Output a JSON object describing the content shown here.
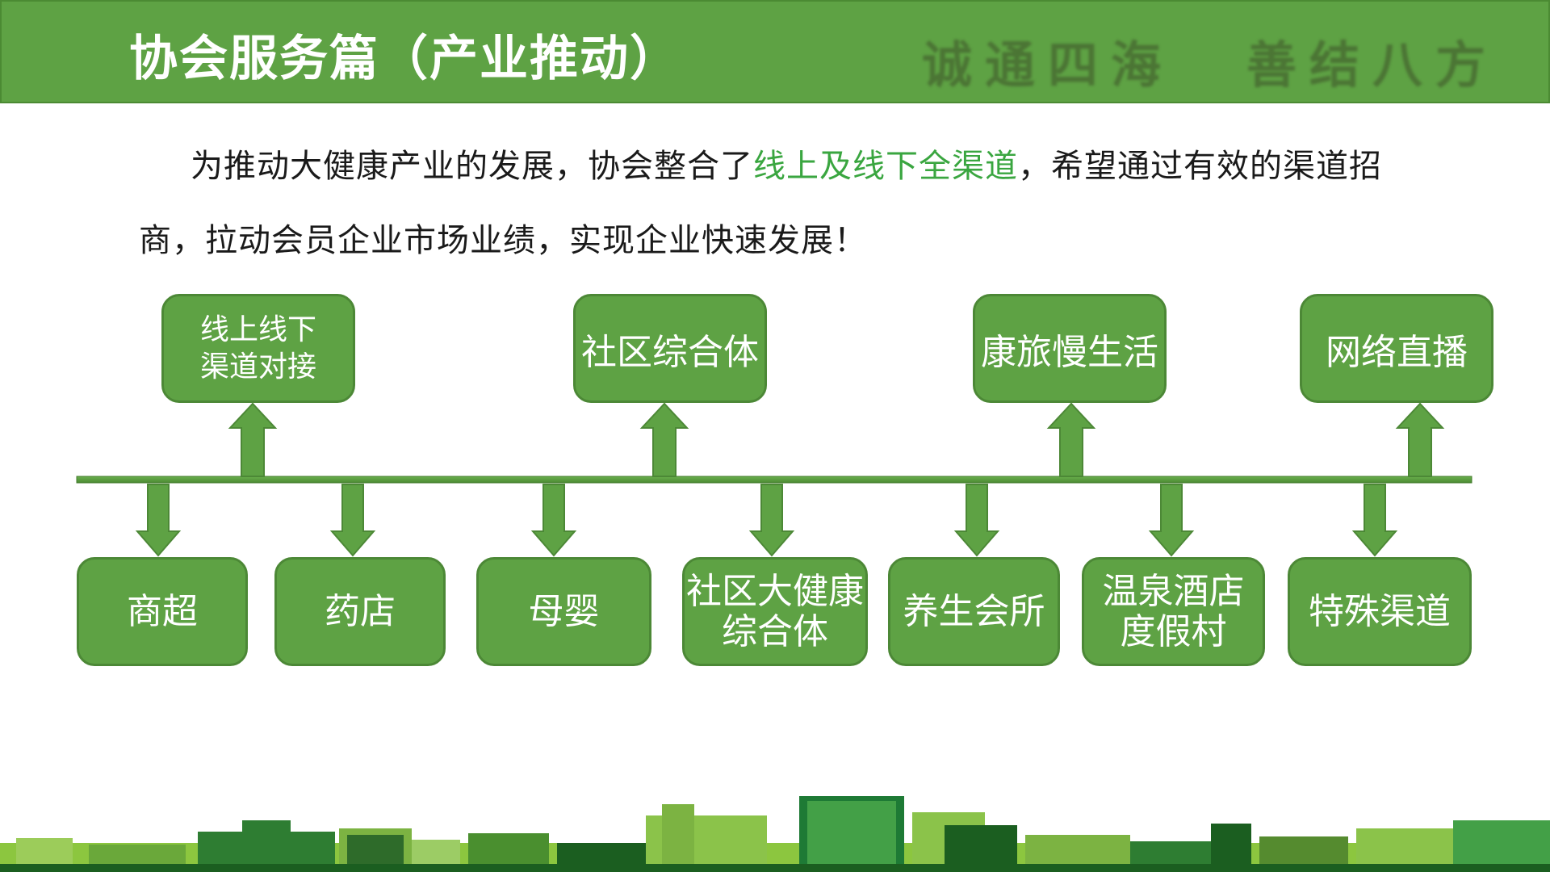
{
  "header": {
    "title": "协会服务篇（产业推动）",
    "calligraphy_left": "诚通四海",
    "calligraphy_right": "善结八方"
  },
  "intro": {
    "before": "为推动大健康产业的发展，协会整合了",
    "highlight": "线上及线下全渠道",
    "after": "，希望通过有效的渠道招商，拉动会员企业市场业绩，实现企业快速发展！"
  },
  "top_boxes": [
    {
      "lines": [
        "线上线下",
        "渠道对接"
      ]
    },
    {
      "lines": [
        "社区综合体"
      ]
    },
    {
      "lines": [
        "康旅慢生活"
      ]
    },
    {
      "lines": [
        "网络直播"
      ]
    }
  ],
  "bottom_boxes": [
    {
      "lines": [
        "商超"
      ]
    },
    {
      "lines": [
        "药店"
      ]
    },
    {
      "lines": [
        "母婴"
      ]
    },
    {
      "lines": [
        "社区大健康",
        "综合体"
      ]
    },
    {
      "lines": [
        "养生会所"
      ]
    },
    {
      "lines": [
        "温泉酒店",
        "度假村"
      ]
    },
    {
      "lines": [
        "特殊渠道"
      ]
    }
  ],
  "colors": {
    "header_green": "#5ea244",
    "box_green": "#5ea244",
    "box_border": "#4c8836",
    "highlight_text": "#3aa640",
    "text": "#1a1a1a"
  }
}
